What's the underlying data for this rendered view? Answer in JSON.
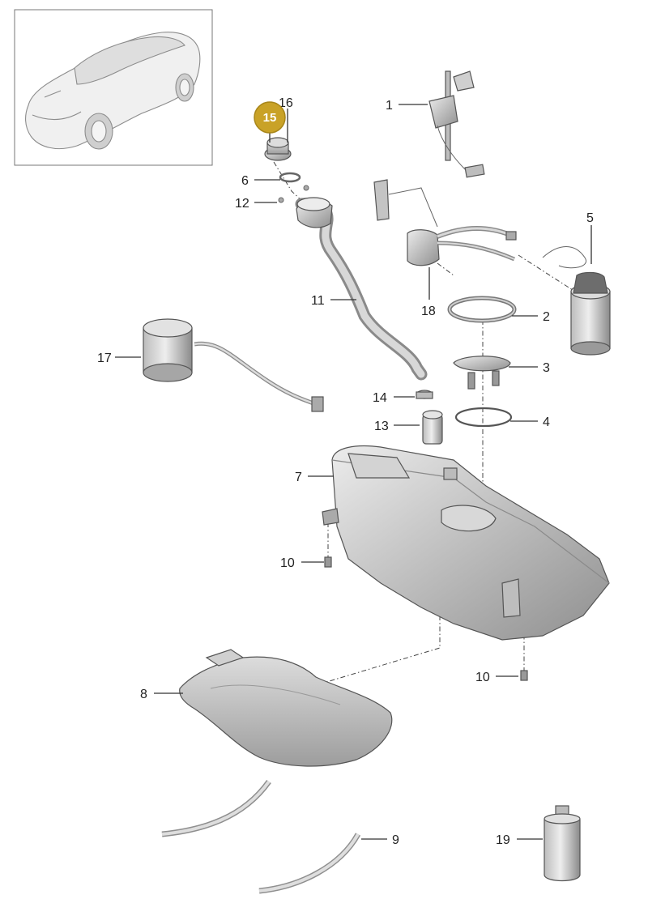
{
  "diagram": {
    "colors": {
      "part_fill": "#c9c9c9",
      "part_dark": "#9a9a9a",
      "part_light": "#e6e6e6",
      "highlight_badge": "#c9a227",
      "line": "#333333"
    },
    "thumbnail": {
      "icon": "car-outline-icon"
    },
    "highlighted_part": "15",
    "callouts": [
      {
        "id": "c1",
        "label": "1"
      },
      {
        "id": "c2",
        "label": "2"
      },
      {
        "id": "c3",
        "label": "3"
      },
      {
        "id": "c4",
        "label": "4"
      },
      {
        "id": "c5",
        "label": "5"
      },
      {
        "id": "c6",
        "label": "6"
      },
      {
        "id": "c7",
        "label": "7"
      },
      {
        "id": "c8",
        "label": "8"
      },
      {
        "id": "c9",
        "label": "9"
      },
      {
        "id": "c10a",
        "label": "10"
      },
      {
        "id": "c10b",
        "label": "10"
      },
      {
        "id": "c11",
        "label": "11"
      },
      {
        "id": "c12",
        "label": "12"
      },
      {
        "id": "c13",
        "label": "13"
      },
      {
        "id": "c14",
        "label": "14"
      },
      {
        "id": "c15",
        "label": "15"
      },
      {
        "id": "c16",
        "label": "16"
      },
      {
        "id": "c17",
        "label": "17"
      },
      {
        "id": "c18",
        "label": "18"
      },
      {
        "id": "c19",
        "label": "19"
      }
    ]
  }
}
